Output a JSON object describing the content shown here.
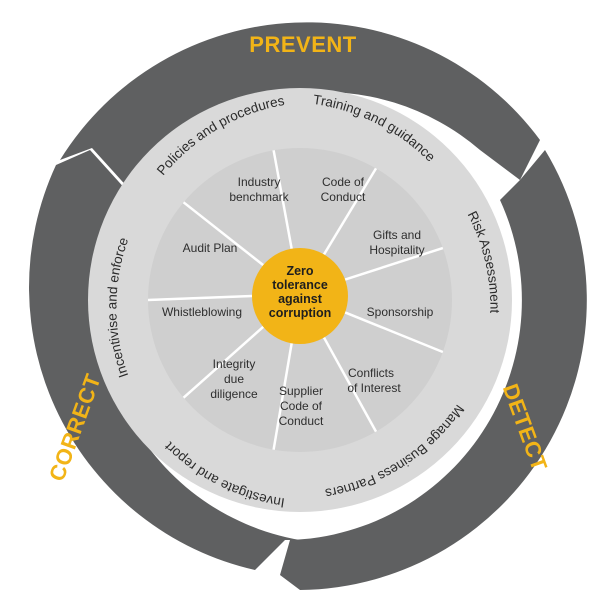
{
  "outer_labels": [
    {
      "id": "prevent",
      "text": "PREVENT"
    },
    {
      "id": "detect",
      "text": "DETECT"
    },
    {
      "id": "correct",
      "text": "CORRECT"
    }
  ],
  "ring_labels": [
    {
      "id": "policies",
      "text": "Policies and procedures"
    },
    {
      "id": "training",
      "text": "Training and guidance"
    },
    {
      "id": "risk",
      "text": "Risk Assessment"
    },
    {
      "id": "manage",
      "text": "Manage Business Partners"
    },
    {
      "id": "investigate",
      "text": "Investigate and report"
    },
    {
      "id": "incentivise",
      "text": "Incentivise and enforce"
    }
  ],
  "segments": [
    {
      "id": "code-of-conduct",
      "lines": [
        "Code of",
        "Conduct"
      ]
    },
    {
      "id": "gifts-hospitality",
      "lines": [
        "Gifts and",
        "Hospitality"
      ]
    },
    {
      "id": "sponsorship",
      "lines": [
        "Sponsorship"
      ]
    },
    {
      "id": "conflicts-of-interest",
      "lines": [
        "Conflicts",
        "of Interest"
      ]
    },
    {
      "id": "supplier-code",
      "lines": [
        "Supplier",
        "Code of",
        "Conduct"
      ]
    },
    {
      "id": "integrity-due-diligence",
      "lines": [
        "Integrity",
        "due",
        "diligence"
      ]
    },
    {
      "id": "whistleblowing",
      "lines": [
        "Whistleblowing"
      ]
    },
    {
      "id": "audit-plan",
      "lines": [
        "Audit Plan"
      ]
    },
    {
      "id": "industry-benchmark",
      "lines": [
        "Industry",
        "benchmark"
      ]
    }
  ],
  "center": {
    "lines": [
      "Zero",
      "tolerance",
      "against",
      "corruption"
    ]
  },
  "colors": {
    "outer_ring": "#5f6061",
    "middle_ring": "#d9d9d9",
    "inner_disc": "#cfcfcf",
    "accent": "#f2b417",
    "dividers": "#ffffff"
  }
}
